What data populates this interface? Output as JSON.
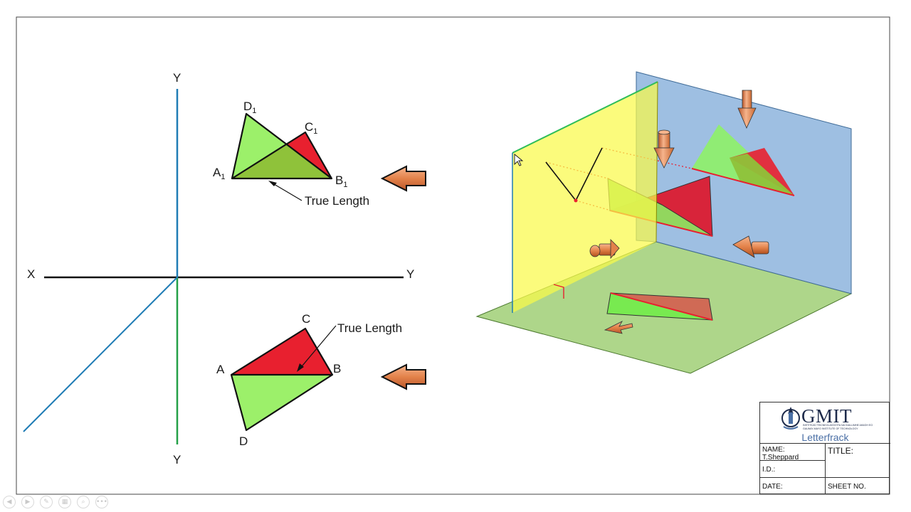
{
  "axes": {
    "x_left": "X",
    "y_top": "Y",
    "y_right": "Y",
    "y_bottom": "Y"
  },
  "front_view": {
    "label_a": "A",
    "label_b": "B",
    "label_c": "C",
    "label_d": "D",
    "subscript": "1",
    "true_length_label": "True Length"
  },
  "plan_view": {
    "label_a": "A",
    "label_b": "B",
    "label_c": "C",
    "label_d": "D",
    "true_length_label": "True Length"
  },
  "colors": {
    "green": "#9cf06a",
    "red": "#e8202f",
    "overlap": "#8fc23a",
    "arrow": "#e3824a",
    "vertical_plane": "#f8f86a",
    "back_plane": "#9ebfe2",
    "ground_plane": "#aed68a",
    "axis_blue": "#1f7cb5",
    "axis_green": "#23a047"
  },
  "title_block": {
    "logo_text": "GMIT",
    "logo_sub1": "INSTITIÚID TEICNEOLAÍOCHTA NA GAILLIMHE-MAIGH EO",
    "logo_sub2": "GALWAY-MAYO INSTITUTE OF TECHNOLOGY",
    "campus": "Letterfrack",
    "name_label": "NAME: T.Sheppard",
    "title_label": "TITLE:",
    "id_label": "I.D.:",
    "date_label": "DATE:",
    "sheet_label": "SHEET NO."
  },
  "toolbar": {
    "items": [
      {
        "icon": "previous-icon",
        "glyph": "◀"
      },
      {
        "icon": "next-icon",
        "glyph": "▶"
      },
      {
        "icon": "pen-icon",
        "glyph": "✎"
      },
      {
        "icon": "slides-icon",
        "glyph": "▦"
      },
      {
        "icon": "zoom-icon",
        "glyph": "⌕"
      },
      {
        "icon": "more-icon",
        "glyph": "•••"
      }
    ]
  }
}
